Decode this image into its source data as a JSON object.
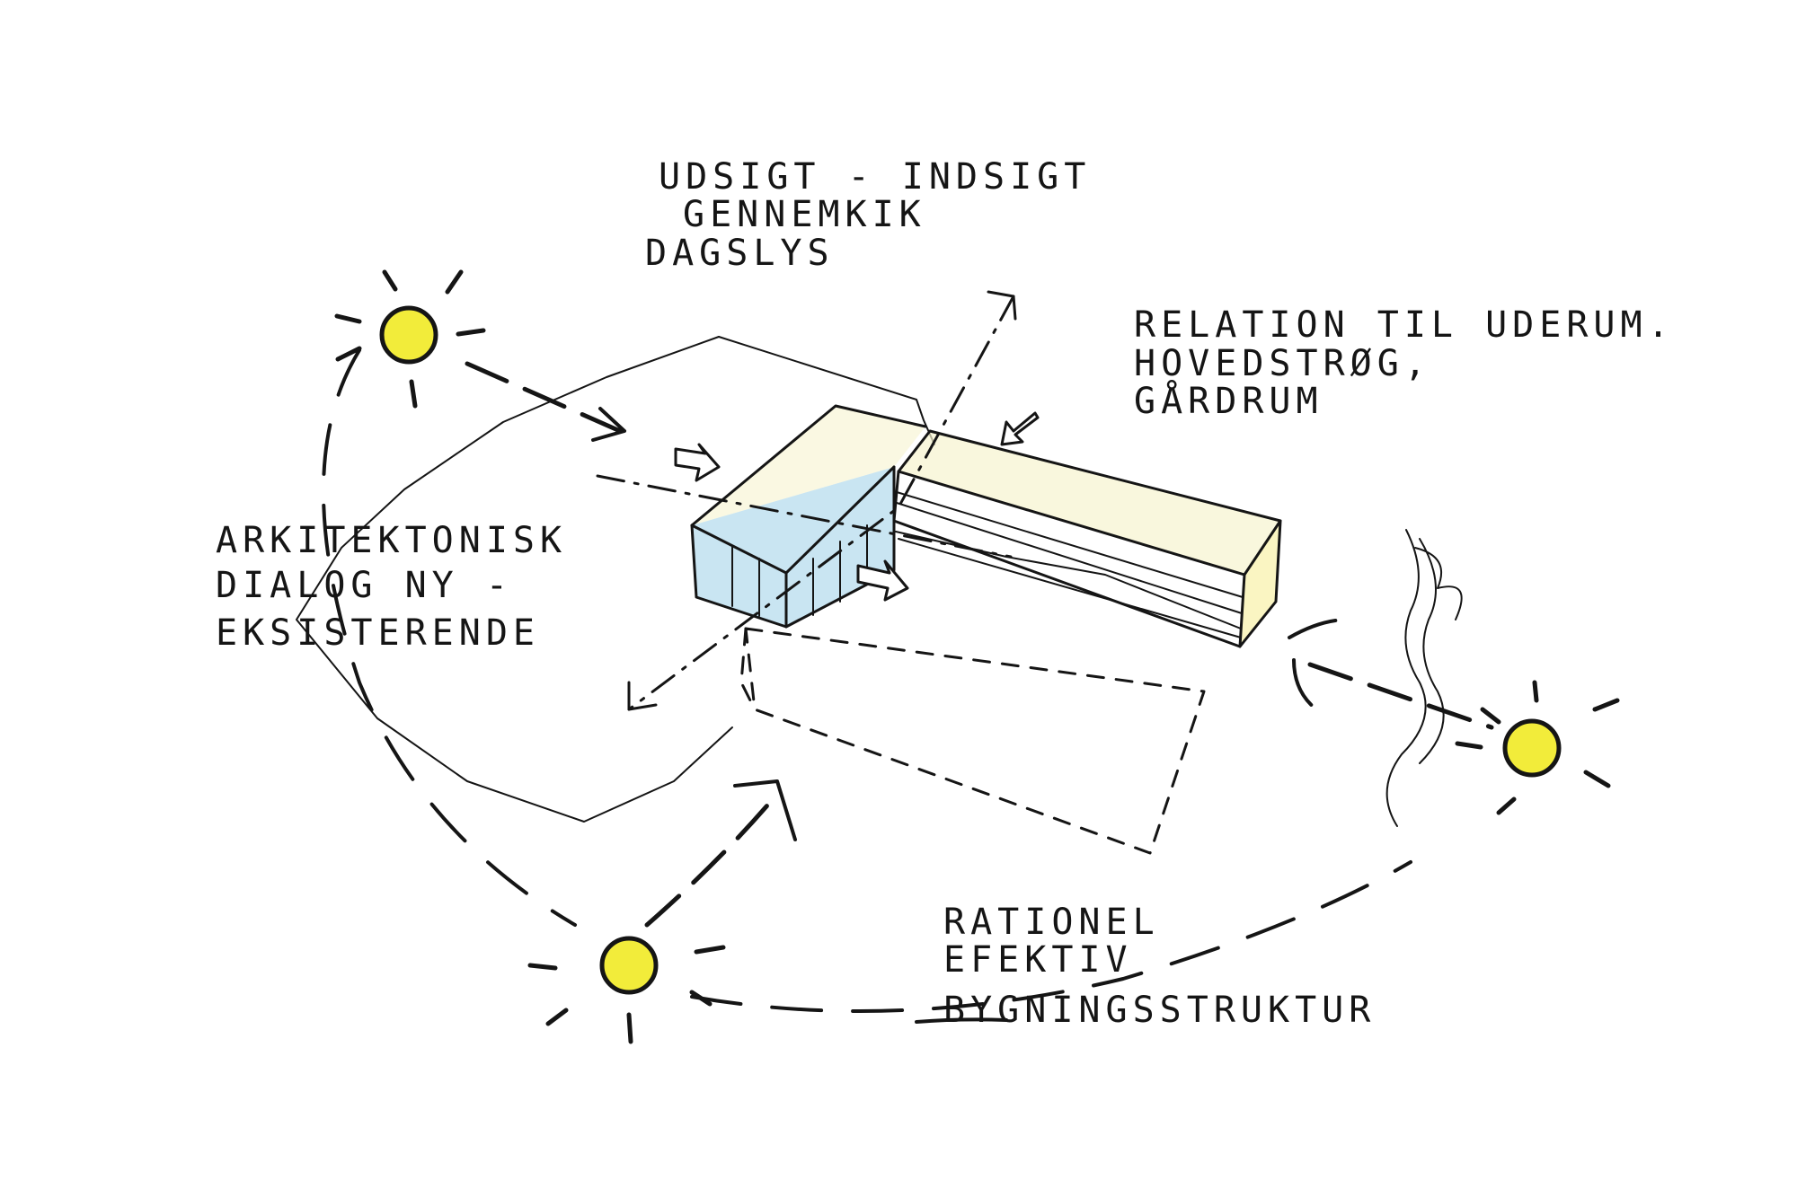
{
  "colors": {
    "ink": "#151515",
    "sun_fill": "#f2ec3a",
    "glass_blue": "#9ccfe8",
    "wash_yellow": "#f6f3cf"
  },
  "labels": {
    "udsigt": [
      "UDSIGT - INDSIGT",
      "GENNEMKIK",
      "DAGSLYS"
    ],
    "relation": [
      "RELATION TIL UDERUM.",
      "HOVEDSTRØG,",
      "GÅRDRUM"
    ],
    "arkitektonisk": [
      "ARKITEKTONISK",
      "DIALOG NY -",
      "EKSISTERENDE"
    ],
    "rationel": [
      "RATIONEL",
      "EFEKTIV",
      "BYGNINGSSTRUKTUR"
    ]
  },
  "icons": {
    "sun": "sun-icon",
    "arrow": "arrow-icon"
  }
}
